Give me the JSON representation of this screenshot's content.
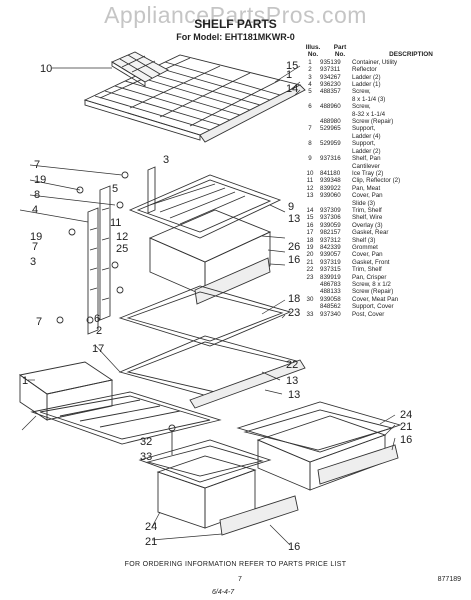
{
  "watermark": "AppliancePartsPros.com",
  "title": "SHELF PARTS",
  "model_line": "For Model: EHT181MKWR-0",
  "legend": {
    "headers": {
      "illus": "Illus.\nNo.",
      "part": "Part\nNo.",
      "desc": "DESCRIPTION"
    },
    "rows": [
      {
        "n": "1",
        "p": "935139",
        "d": "Container, Utility"
      },
      {
        "n": "2",
        "p": "937311",
        "d": "Reflector"
      },
      {
        "n": "3",
        "p": "934267",
        "d": "Ladder (2)"
      },
      {
        "n": "4",
        "p": "936230",
        "d": "Ladder (1)"
      },
      {
        "n": "5",
        "p": "488357",
        "d": "Screw,"
      },
      {
        "n": "",
        "p": "",
        "d": "8 x 1-1/4 (3)"
      },
      {
        "n": "6",
        "p": "488960",
        "d": "Screw,"
      },
      {
        "n": "",
        "p": "",
        "d": "8-32 x 1-1/4"
      },
      {
        "n": "",
        "p": "488980",
        "d": "Screw (Repair)"
      },
      {
        "n": "7",
        "p": "529965",
        "d": "Support,"
      },
      {
        "n": "",
        "p": "",
        "d": "Ladder (4)"
      },
      {
        "n": "8",
        "p": "529959",
        "d": "Support,"
      },
      {
        "n": "",
        "p": "",
        "d": "Ladder (2)"
      },
      {
        "n": "9",
        "p": "937316",
        "d": "Shelf, Pan"
      },
      {
        "n": "",
        "p": "",
        "d": "Cantilever"
      },
      {
        "n": "10",
        "p": "841180",
        "d": "Ice Tray (2)"
      },
      {
        "n": "11",
        "p": "939348",
        "d": "Clip, Reflector (2)"
      },
      {
        "n": "12",
        "p": "839922",
        "d": "Pan, Meat"
      },
      {
        "n": "13",
        "p": "939060",
        "d": "Cover, Pan"
      },
      {
        "n": "",
        "p": "",
        "d": "Slide (3)"
      },
      {
        "n": "14",
        "p": "937309",
        "d": "Trim, Shelf"
      },
      {
        "n": "15",
        "p": "937306",
        "d": "Shelf, Wire"
      },
      {
        "n": "16",
        "p": "939059",
        "d": "Overlay (3)"
      },
      {
        "n": "17",
        "p": "982157",
        "d": "Gasket, Rear"
      },
      {
        "n": "18",
        "p": "937312",
        "d": "Shelf (3)"
      },
      {
        "n": "19",
        "p": "842339",
        "d": "Grommet"
      },
      {
        "n": "20",
        "p": "939057",
        "d": "Cover, Pan"
      },
      {
        "n": "21",
        "p": "937319",
        "d": "Gasket, Front"
      },
      {
        "n": "22",
        "p": "937315",
        "d": "Trim, Shelf"
      },
      {
        "n": "23",
        "p": "839919",
        "d": "Pan, Crisper"
      },
      {
        "n": "",
        "p": "486783",
        "d": "Screw, 8 x 1/2"
      },
      {
        "n": "",
        "p": "488133",
        "d": "Screw (Repair)"
      },
      {
        "n": "30",
        "p": "939058",
        "d": "Cover, Meat Pan"
      },
      {
        "n": "",
        "p": "848562",
        "d": "Support, Cover"
      },
      {
        "n": "33",
        "p": "937340",
        "d": "Post, Cover"
      }
    ]
  },
  "callouts": [
    "10",
    "15",
    "1",
    "14",
    "3",
    "7",
    "19",
    "5",
    "8",
    "4",
    "19",
    "7",
    "3",
    "9",
    "13",
    "11",
    "12",
    "25",
    "26",
    "16",
    "6",
    "2",
    "7",
    "18",
    "23",
    "17",
    "1",
    "13",
    "22",
    "32",
    "33",
    "24",
    "21",
    "16",
    "24",
    "21",
    "16",
    "13"
  ],
  "footer_note": "FOR ORDERING INFORMATION REFER TO PARTS PRICE LIST",
  "page_number": "7",
  "catalog_number": "877189",
  "handwritten": "6/4-4-7"
}
